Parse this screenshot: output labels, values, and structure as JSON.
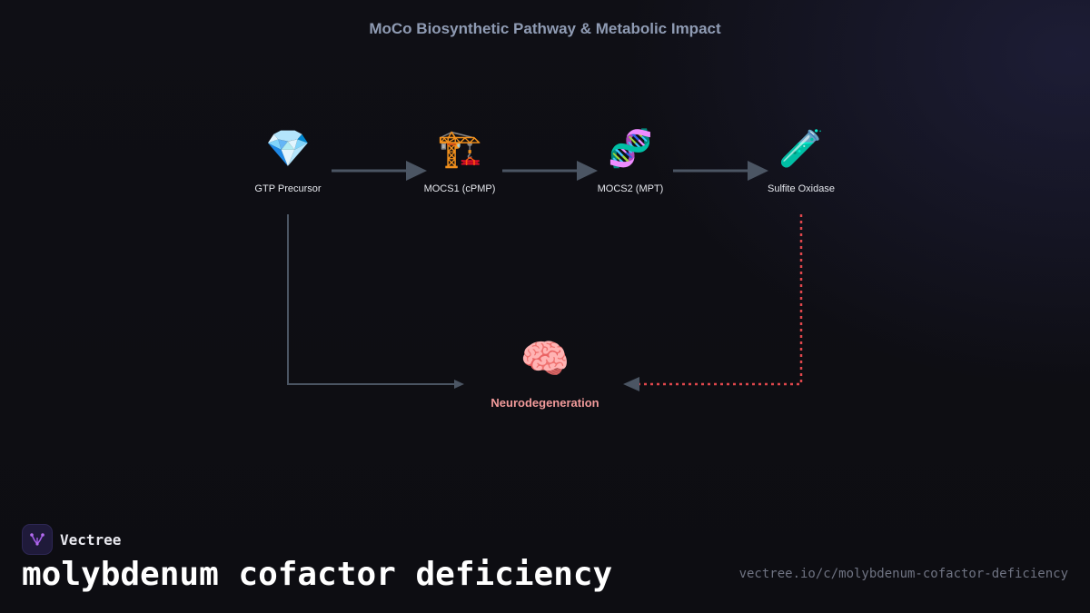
{
  "diagram": {
    "title": "MoCo Biosynthetic Pathway & Metabolic Impact",
    "nodes": [
      {
        "id": "n1",
        "icon": "gem-icon",
        "glyph": "💎",
        "label": "GTP Precursor"
      },
      {
        "id": "n2",
        "icon": "construction-crane-icon",
        "glyph": "🏗️",
        "label": "MOCS1 (cPMP)"
      },
      {
        "id": "n3",
        "icon": "dna-icon",
        "glyph": "🧬",
        "label": "MOCS2 (MPT)"
      },
      {
        "id": "n4",
        "icon": "test-tube-icon",
        "glyph": "🧪",
        "label": "Sulfite Oxidase"
      },
      {
        "id": "n5",
        "icon": "brain-icon",
        "glyph": "🧠",
        "label": "Neurodegeneration"
      }
    ],
    "edges": [
      {
        "from": "n1",
        "to": "n2",
        "style": "solid"
      },
      {
        "from": "n2",
        "to": "n3",
        "style": "solid"
      },
      {
        "from": "n3",
        "to": "n4",
        "style": "solid"
      },
      {
        "from": "n1",
        "to": "n5",
        "style": "solid"
      },
      {
        "from": "n4",
        "to": "n5",
        "style": "dotted"
      }
    ],
    "colors": {
      "edge": "#4b5563",
      "dotted_edge": "#e0474c",
      "highlight_label": "#f19a9a",
      "title": "#8f9bb3"
    }
  },
  "footer": {
    "brand_name": "Vectree",
    "brand_icon": "vectree-logo-icon",
    "heading": "molybdenum cofactor deficiency",
    "url": "vectree.io/c/molybdenum-cofactor-deficiency"
  }
}
